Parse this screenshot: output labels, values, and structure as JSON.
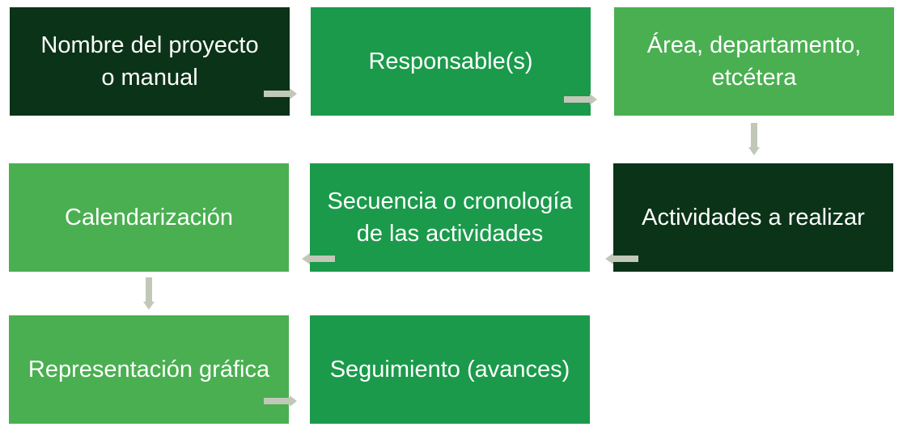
{
  "colors": {
    "dark": "#0b3318",
    "medium": "#1b9a4b",
    "light": "#4aaf51",
    "arrow": "#c2c8b8",
    "background": "#ffffff"
  },
  "steps": [
    {
      "id": "nombre",
      "label": "Nombre del proyecto\no manual",
      "tone": "dark"
    },
    {
      "id": "responsables",
      "label": "Responsable(s)",
      "tone": "medium"
    },
    {
      "id": "area",
      "label": "Área, departamento,\netcétera",
      "tone": "light"
    },
    {
      "id": "actividades",
      "label": "Actividades a realizar",
      "tone": "dark"
    },
    {
      "id": "secuencia",
      "label": "Secuencia o cronología\nde las actividades",
      "tone": "medium"
    },
    {
      "id": "calendarizacion",
      "label": "Calendarización",
      "tone": "light"
    },
    {
      "id": "representacion",
      "label": "Representación gráfica",
      "tone": "light"
    },
    {
      "id": "seguimiento",
      "label": "Seguimiento (avances)",
      "tone": "medium"
    }
  ],
  "arrows": [
    {
      "from": "nombre",
      "to": "responsables",
      "direction": "right"
    },
    {
      "from": "responsables",
      "to": "area",
      "direction": "right"
    },
    {
      "from": "area",
      "to": "actividades",
      "direction": "down"
    },
    {
      "from": "actividades",
      "to": "secuencia",
      "direction": "left"
    },
    {
      "from": "secuencia",
      "to": "calendarizacion",
      "direction": "left"
    },
    {
      "from": "calendarizacion",
      "to": "representacion",
      "direction": "down"
    },
    {
      "from": "representacion",
      "to": "seguimiento",
      "direction": "right"
    }
  ]
}
